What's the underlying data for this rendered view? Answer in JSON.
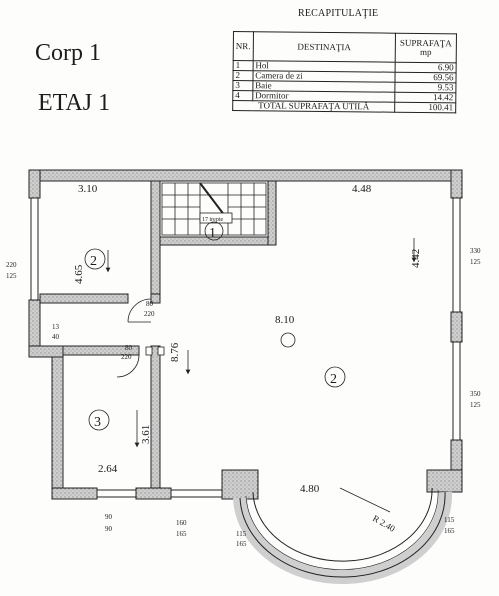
{
  "header": {
    "corp": "Corp 1",
    "etaj": "ETAJ 1"
  },
  "recap": {
    "title": "RECAPITULAŢIE",
    "columns": [
      "NR.",
      "DESTINAŢIA",
      "SUPRAFAŢA mp"
    ],
    "rows": [
      {
        "nr": "1",
        "name": "Hol",
        "area": "6.90"
      },
      {
        "nr": "2",
        "name": "Camera de zi",
        "area": "69.56"
      },
      {
        "nr": "3",
        "name": "Baie",
        "area": "9.53"
      },
      {
        "nr": "4",
        "name": "Dormitor",
        "area": "14.42"
      }
    ],
    "total_label": "TOTAL SUPRAFAŢA UTILĂ",
    "total_value": "100.41"
  },
  "plan": {
    "dims": {
      "d_310": "3.10",
      "d_448": "4.48",
      "d_465": "4.65",
      "d_442": "4.42",
      "d_810": "8.10",
      "d_876": "8.76",
      "d_361": "3.61",
      "d_264": "2.64",
      "d_480": "4.80",
      "d_r240": "R 2.40"
    },
    "rooms": {
      "r1": "1",
      "r2a": "2",
      "r2b": "2",
      "r3": "3"
    },
    "stairs": "17 trepte",
    "openings": {
      "w_left_top": "220",
      "w_left_bot": "125",
      "w_right1_top": "330",
      "w_right1_bot": "125",
      "w_right2_top": "350",
      "w_right2_bot": "125",
      "d1_top": "80",
      "d1_bot": "220",
      "d2_top": "80",
      "d2_bot": "220",
      "n13_top": "13",
      "n13_bot": "40",
      "b90_top": "90",
      "b90_bot": "90",
      "b160_top": "160",
      "b160_bot": "165",
      "b115a_top": "115",
      "b115a_bot": "165",
      "b115b_top": "115",
      "b115b_bot": "165"
    }
  }
}
